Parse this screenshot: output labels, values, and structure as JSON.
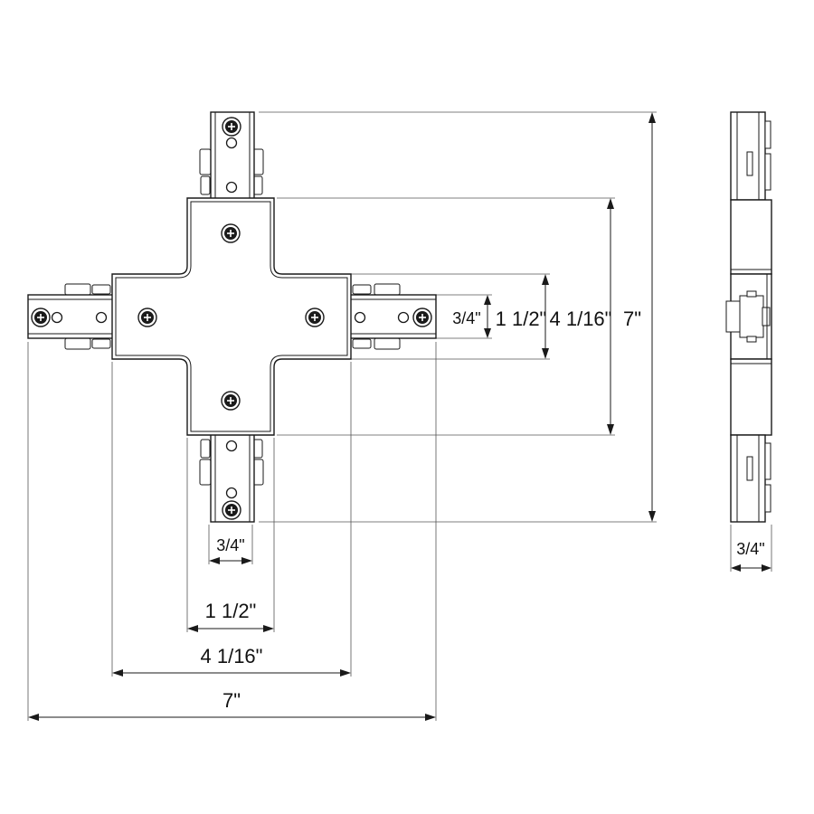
{
  "dimensions": {
    "arm_width": "3/4\"",
    "slot_width": "1 1/2\"",
    "body_width": "4 1/16\"",
    "overall": "7\"",
    "side_depth": "3/4\""
  }
}
